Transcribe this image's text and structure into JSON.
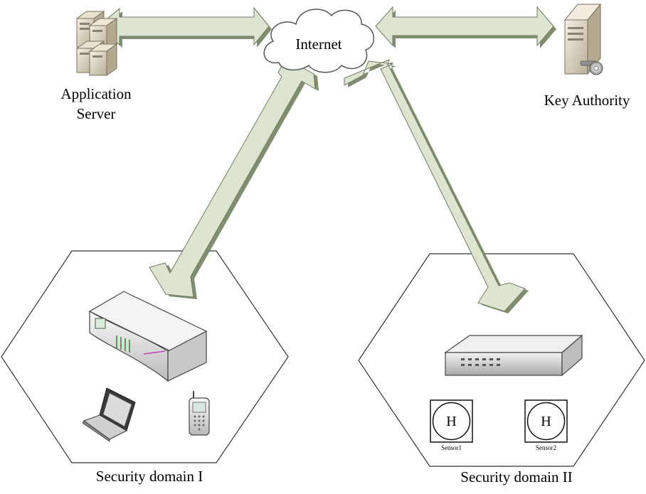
{
  "labels": {
    "internet": "Internet",
    "app_server_line1": "Application",
    "app_server_line2": "Server",
    "key_authority": "Key Authority",
    "domain1": "Security domain I",
    "domain2": "Security domain II",
    "sensor1_mark": "H",
    "sensor2_mark": "H",
    "sensor1_caption": "Sensor1",
    "sensor2_caption": "Sensor2"
  },
  "colors": {
    "arrow_fill": "#dde4d0",
    "arrow_shade": "#7f8e6e",
    "hexagon_stroke": "#333333",
    "cloud_stroke": "#555555"
  },
  "icons": {
    "app_server": "server-stack-icon",
    "key_authority": "key-server-icon",
    "internet": "cloud-icon",
    "domain1_gateway": "router-icon",
    "domain1_laptop": "laptop-icon",
    "domain1_phone": "phone-icon",
    "domain2_gateway": "switch-icon"
  }
}
